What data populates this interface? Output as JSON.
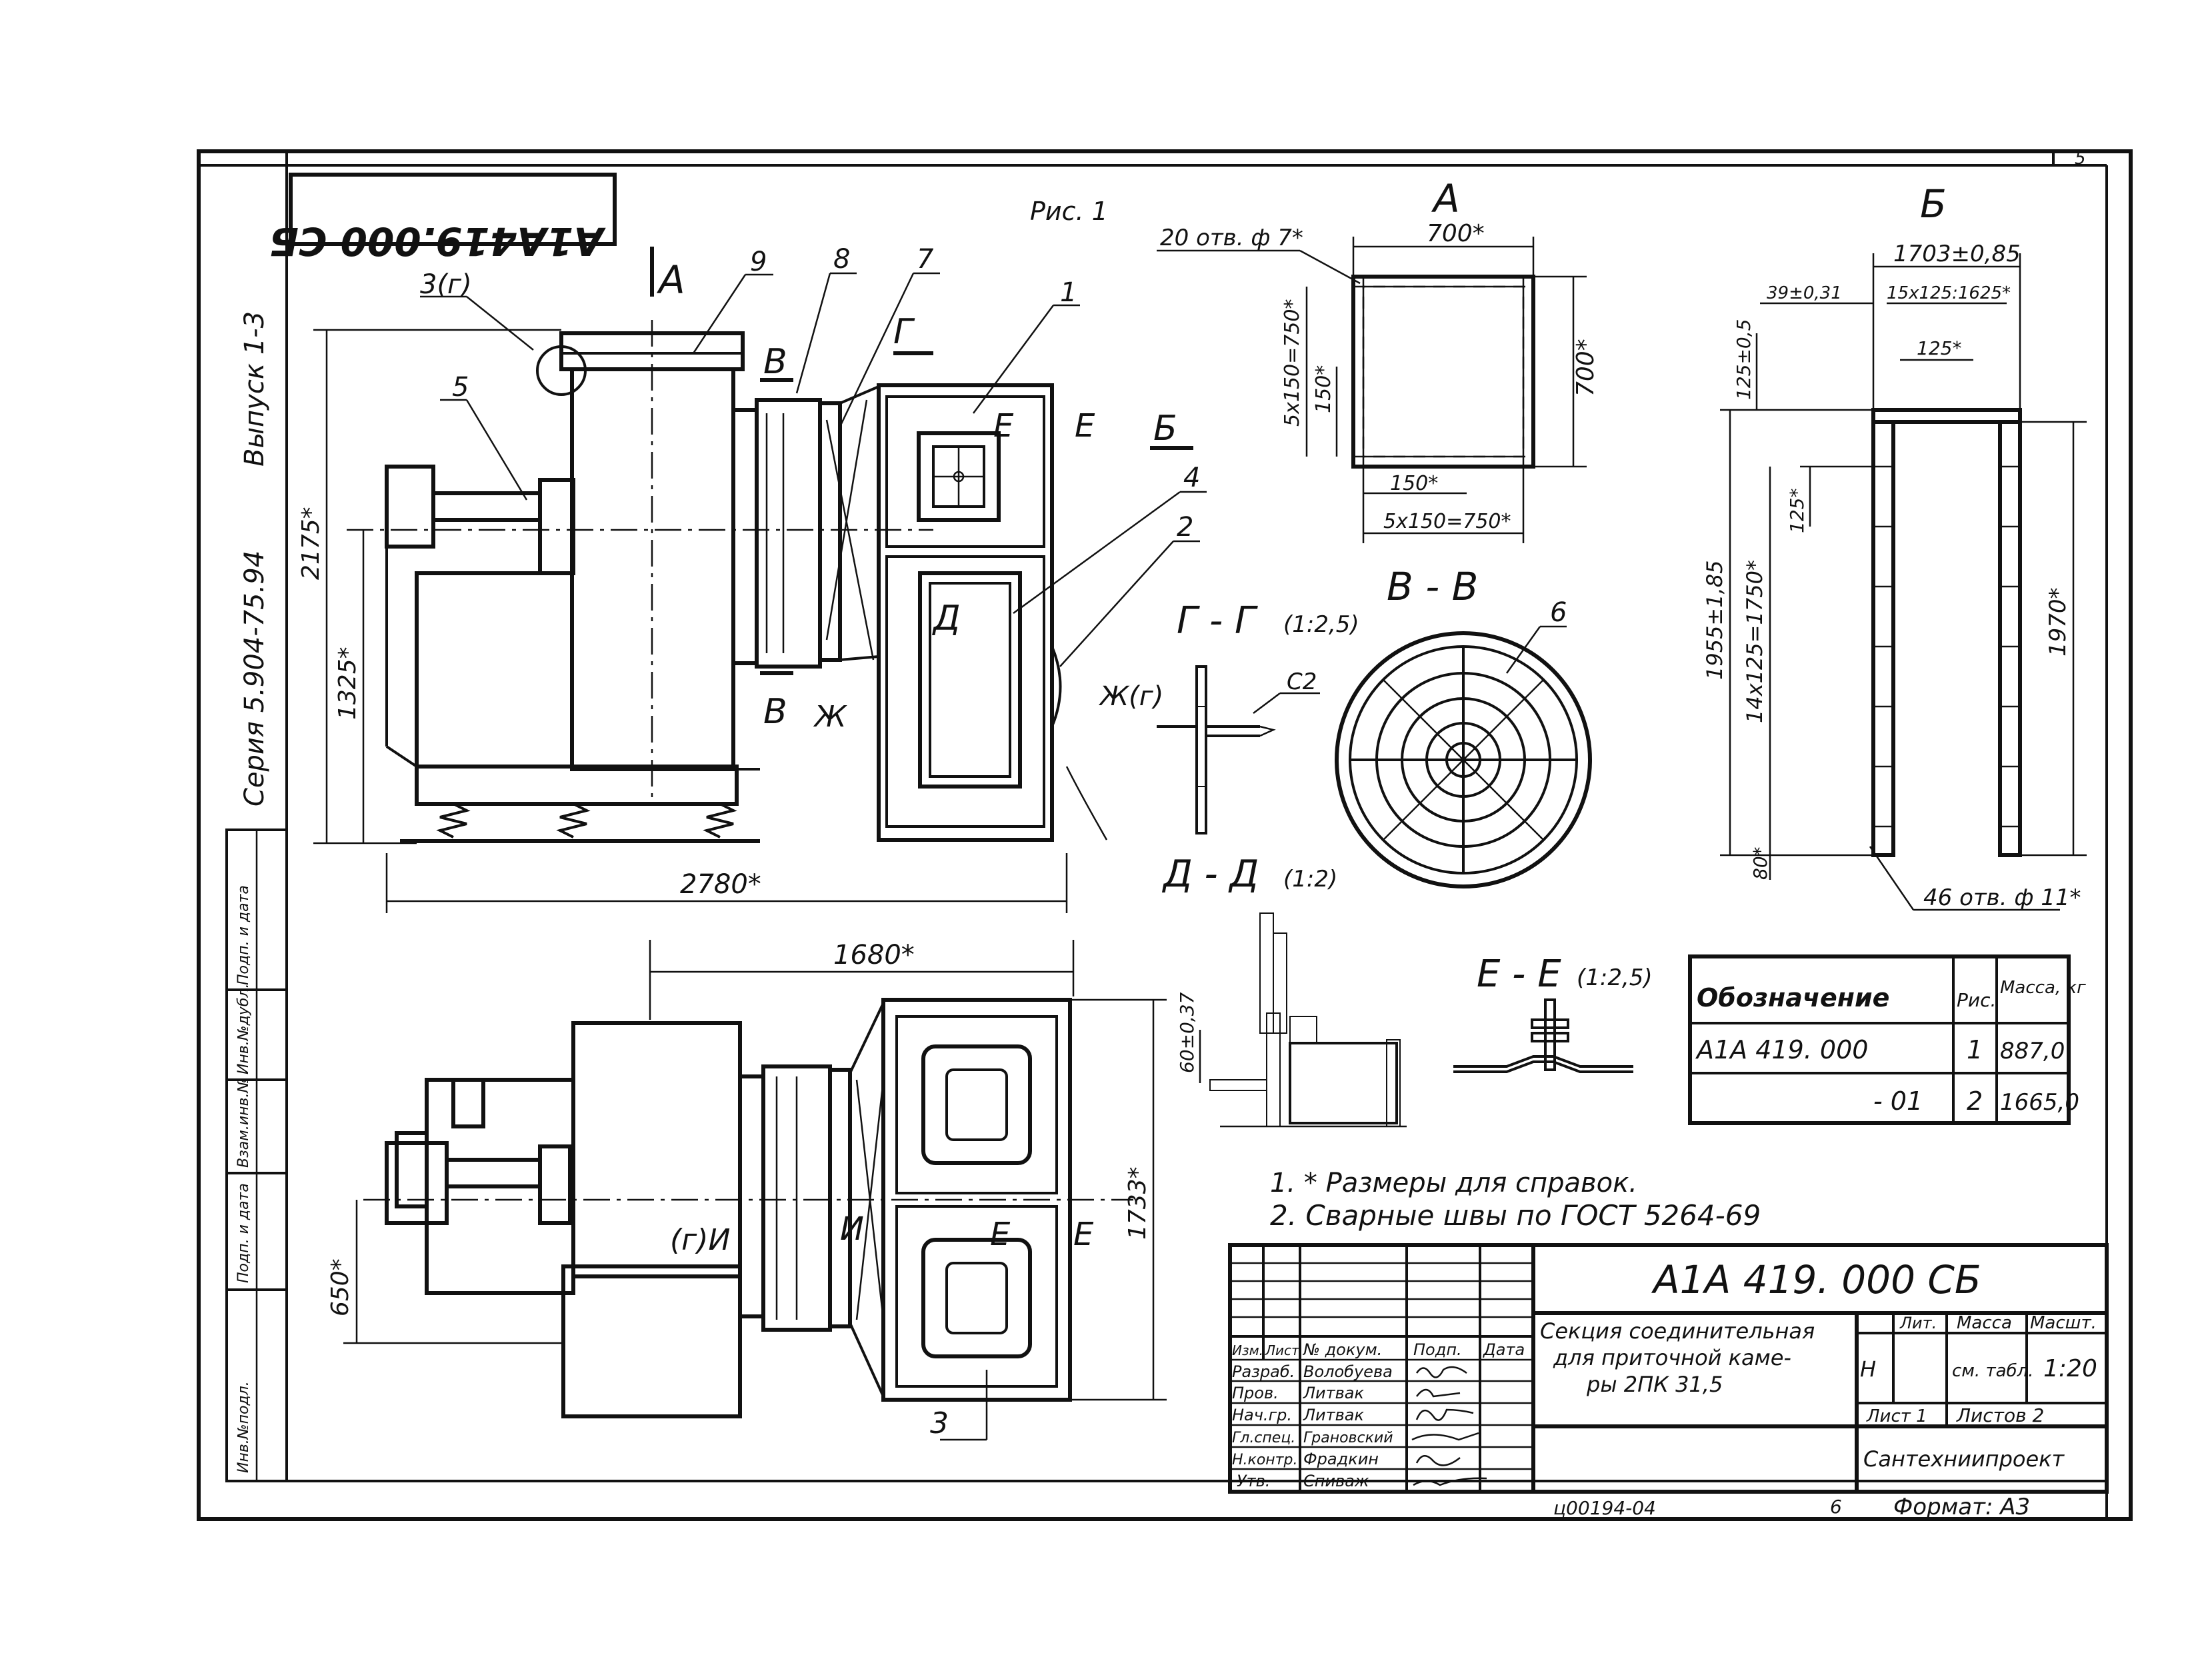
{
  "sheet": {
    "sheet_number": "5",
    "stamp_code": "А1А419.000 СБ",
    "figure_label": "Рис. 1",
    "issue": "Выпуск 1-3",
    "series": "Серия 5.904-75.94",
    "bottom_code": "ц00194-04",
    "bottom_page": "6",
    "format": "Формат: А3",
    "left_column_labels": [
      "Инв.№подл.",
      "Подп. и дата",
      "Взам.инв.№",
      "Инв.№дубл.",
      "Подп. и дата"
    ]
  },
  "views": {
    "view_A": "А",
    "view_B": "Б",
    "section_VV": "В - В",
    "section_GG": "Г - Г",
    "section_GG_scale": "(1:2,5)",
    "section_DD": "Д - Д",
    "section_DD_scale": "(1:2)",
    "section_EE": "Е - Е",
    "section_EE_scale": "(1:2,5)"
  },
  "main_view": {
    "callouts": [
      "1",
      "2",
      "3(г)",
      "4",
      "5",
      "6",
      "7",
      "8",
      "9",
      "3"
    ],
    "marks": [
      "А",
      "В",
      "В",
      "Г",
      "Д",
      "Е",
      "Е",
      "Ж",
      "Ж(г)",
      "Б",
      "И",
      "(г)И",
      "Е",
      "Е"
    ],
    "dims": {
      "height_total": "2175*",
      "height_axis": "1325*",
      "length_total": "2780*",
      "plan_length": "1680*",
      "plan_width": "1733*",
      "plan_offset": "650*"
    },
    "weld_label": "С2"
  },
  "view_a_dims": {
    "holes": "20 отв. ф 7*",
    "width_top": "700*",
    "height_right": "700*",
    "pitch_left": "5x150=750*",
    "step_left": "150*",
    "step_bottom": "150*",
    "pitch_bottom": "5x150=750*"
  },
  "view_b_dims": {
    "width": "1703±0,85",
    "offset": "39±0,31",
    "pitch_top": "15x125:1625*",
    "step_top": "125*",
    "top_h": "125±0,5",
    "height_total": "1955±1,85",
    "pitch_side": "14x125=1750*",
    "step_side": "125*",
    "bottom": "80*",
    "inner_height": "1970*",
    "holes": "46 отв. ф 11*"
  },
  "section_dd_dim": "60±0,37",
  "spec_table": {
    "headers": [
      "Обозначение",
      "Рис.",
      "Масса, кг"
    ],
    "rows": [
      [
        "А1А 419. 000",
        "1",
        "887,0"
      ],
      [
        "- 01",
        "2",
        "1665,0"
      ]
    ]
  },
  "notes": [
    "1. * Размеры для справок.",
    "2. Сварные швы по ГОСТ 5264-69"
  ],
  "title_block": {
    "designation": "А1А 419. 000 СБ",
    "title_lines": [
      "Секция соединительная",
      "для приточной каме-",
      "ры 2ПК 31,5"
    ],
    "lit_header": "Лит.",
    "mass_header": "Масса",
    "scale_header": "Масшт.",
    "lit_value": "Н",
    "mass_value": "см. табл.",
    "scale_value": "1:20",
    "sheet_label": "Лист 1",
    "sheets_label": "Листов 2",
    "org": "Сантехниипроект",
    "stamp_headers": [
      "Изм.",
      "Лист",
      "№ докум.",
      "Подп.",
      "Дата"
    ],
    "roles": [
      {
        "role": "Разраб.",
        "name": "Волобуева"
      },
      {
        "role": "Пров.",
        "name": "Литвак"
      },
      {
        "role": "Нач.гр.",
        "name": "Литвак"
      },
      {
        "role": "Гл.спец.",
        "name": "Грановский"
      },
      {
        "role": "Н.контр.",
        "name": "Фрадкин"
      },
      {
        "role": "Утв.",
        "name": "Спиваж"
      }
    ]
  }
}
